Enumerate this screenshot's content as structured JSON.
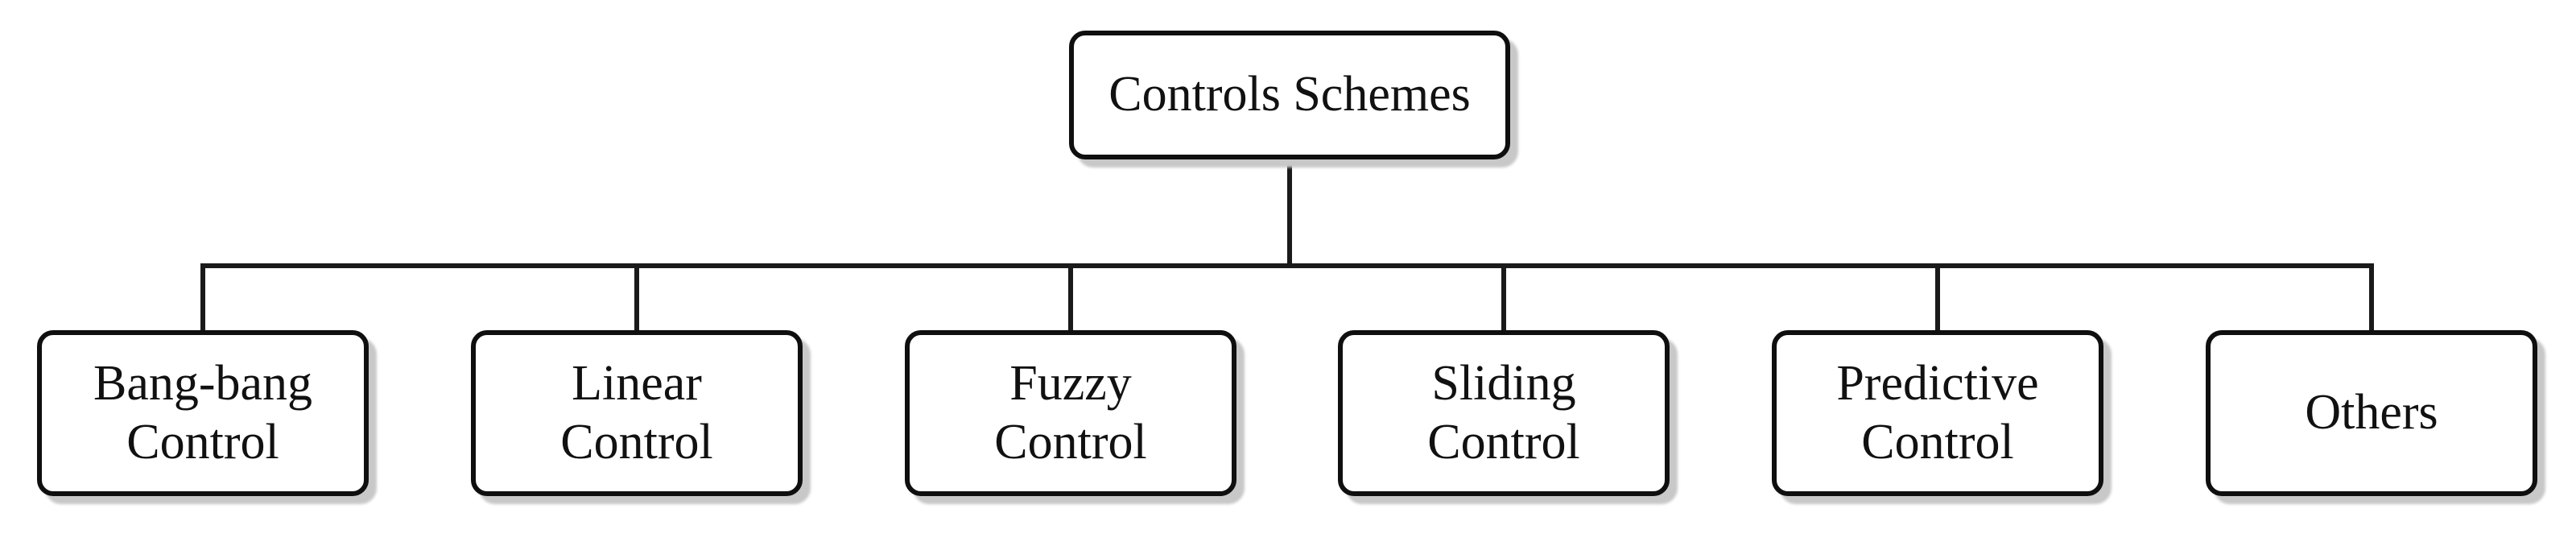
{
  "diagram": {
    "type": "tree",
    "title": "Controls Schemes hierarchy",
    "root": {
      "label": "Controls Schemes"
    },
    "children": [
      {
        "label": "Bang-bang\nControl"
      },
      {
        "label": "Linear\nControl"
      },
      {
        "label": "Fuzzy\nControl"
      },
      {
        "label": "Sliding\nControl"
      },
      {
        "label": "Predictive\nControl"
      },
      {
        "label": "Others"
      }
    ],
    "colors": {
      "box_fill": "#ffffff",
      "box_border": "#0f0f0f",
      "line": "#1a1a1a",
      "shadow": "#c8c8c8",
      "text": "#111111"
    }
  }
}
